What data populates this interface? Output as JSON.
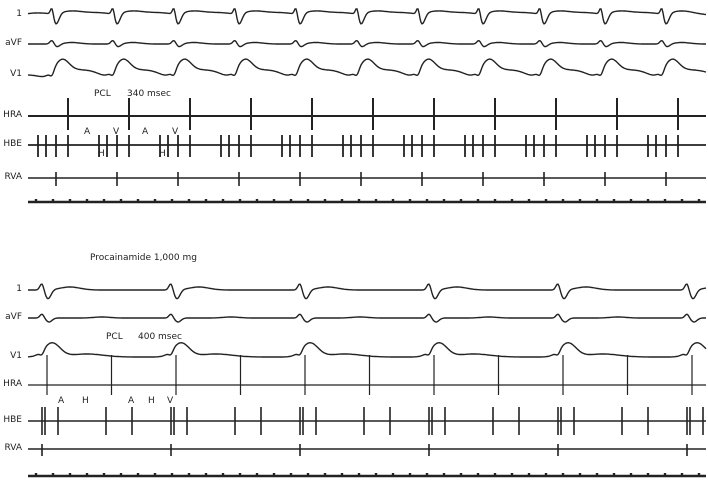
{
  "top_panel": {
    "leads": [
      "1",
      "aVF",
      "V1",
      "HRA",
      "HBE",
      "RVA"
    ],
    "pcl_label": "PCL",
    "pcl_value": "340 msec",
    "annotations": [
      "A",
      "V",
      "A",
      "V",
      "H",
      "H"
    ]
  },
  "bottom_panel": {
    "title": "Procainamide 1,000 mg",
    "leads": [
      "1",
      "aVF",
      "V1",
      "HRA",
      "HBE",
      "RVA"
    ],
    "pcl_label": "PCL",
    "pcl_value": "400 msec",
    "annotations": [
      "A",
      "H",
      "A",
      "H",
      "V"
    ]
  },
  "trace_color": "#222222"
}
